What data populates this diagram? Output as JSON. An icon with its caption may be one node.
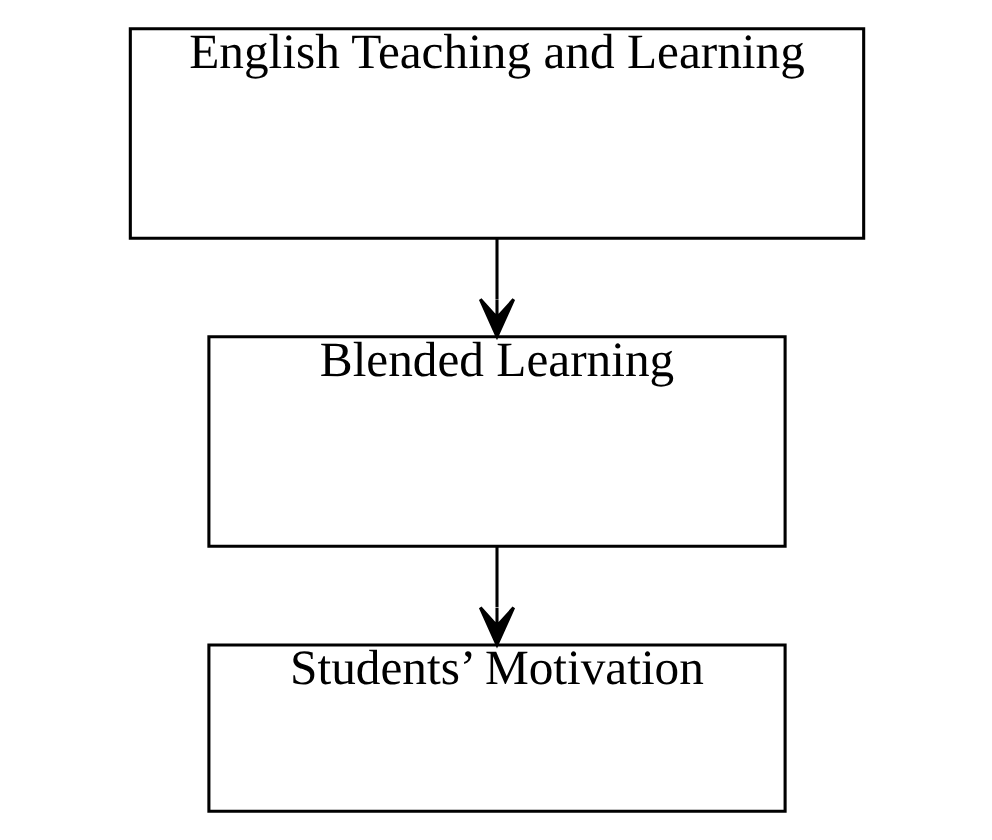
{
  "diagram": {
    "nodes": [
      {
        "text": [
          "English Teaching and Learning"
        ]
      },
      {
        "text": [
          "Blended Learning"
        ]
      },
      {
        "text": [
          "Students’ Motivation"
        ]
      }
    ],
    "edges": [
      {
        "from": 0,
        "to": 1,
        "arrow": "to"
      },
      {
        "from": 1,
        "to": 2,
        "arrow": "to"
      }
    ]
  }
}
